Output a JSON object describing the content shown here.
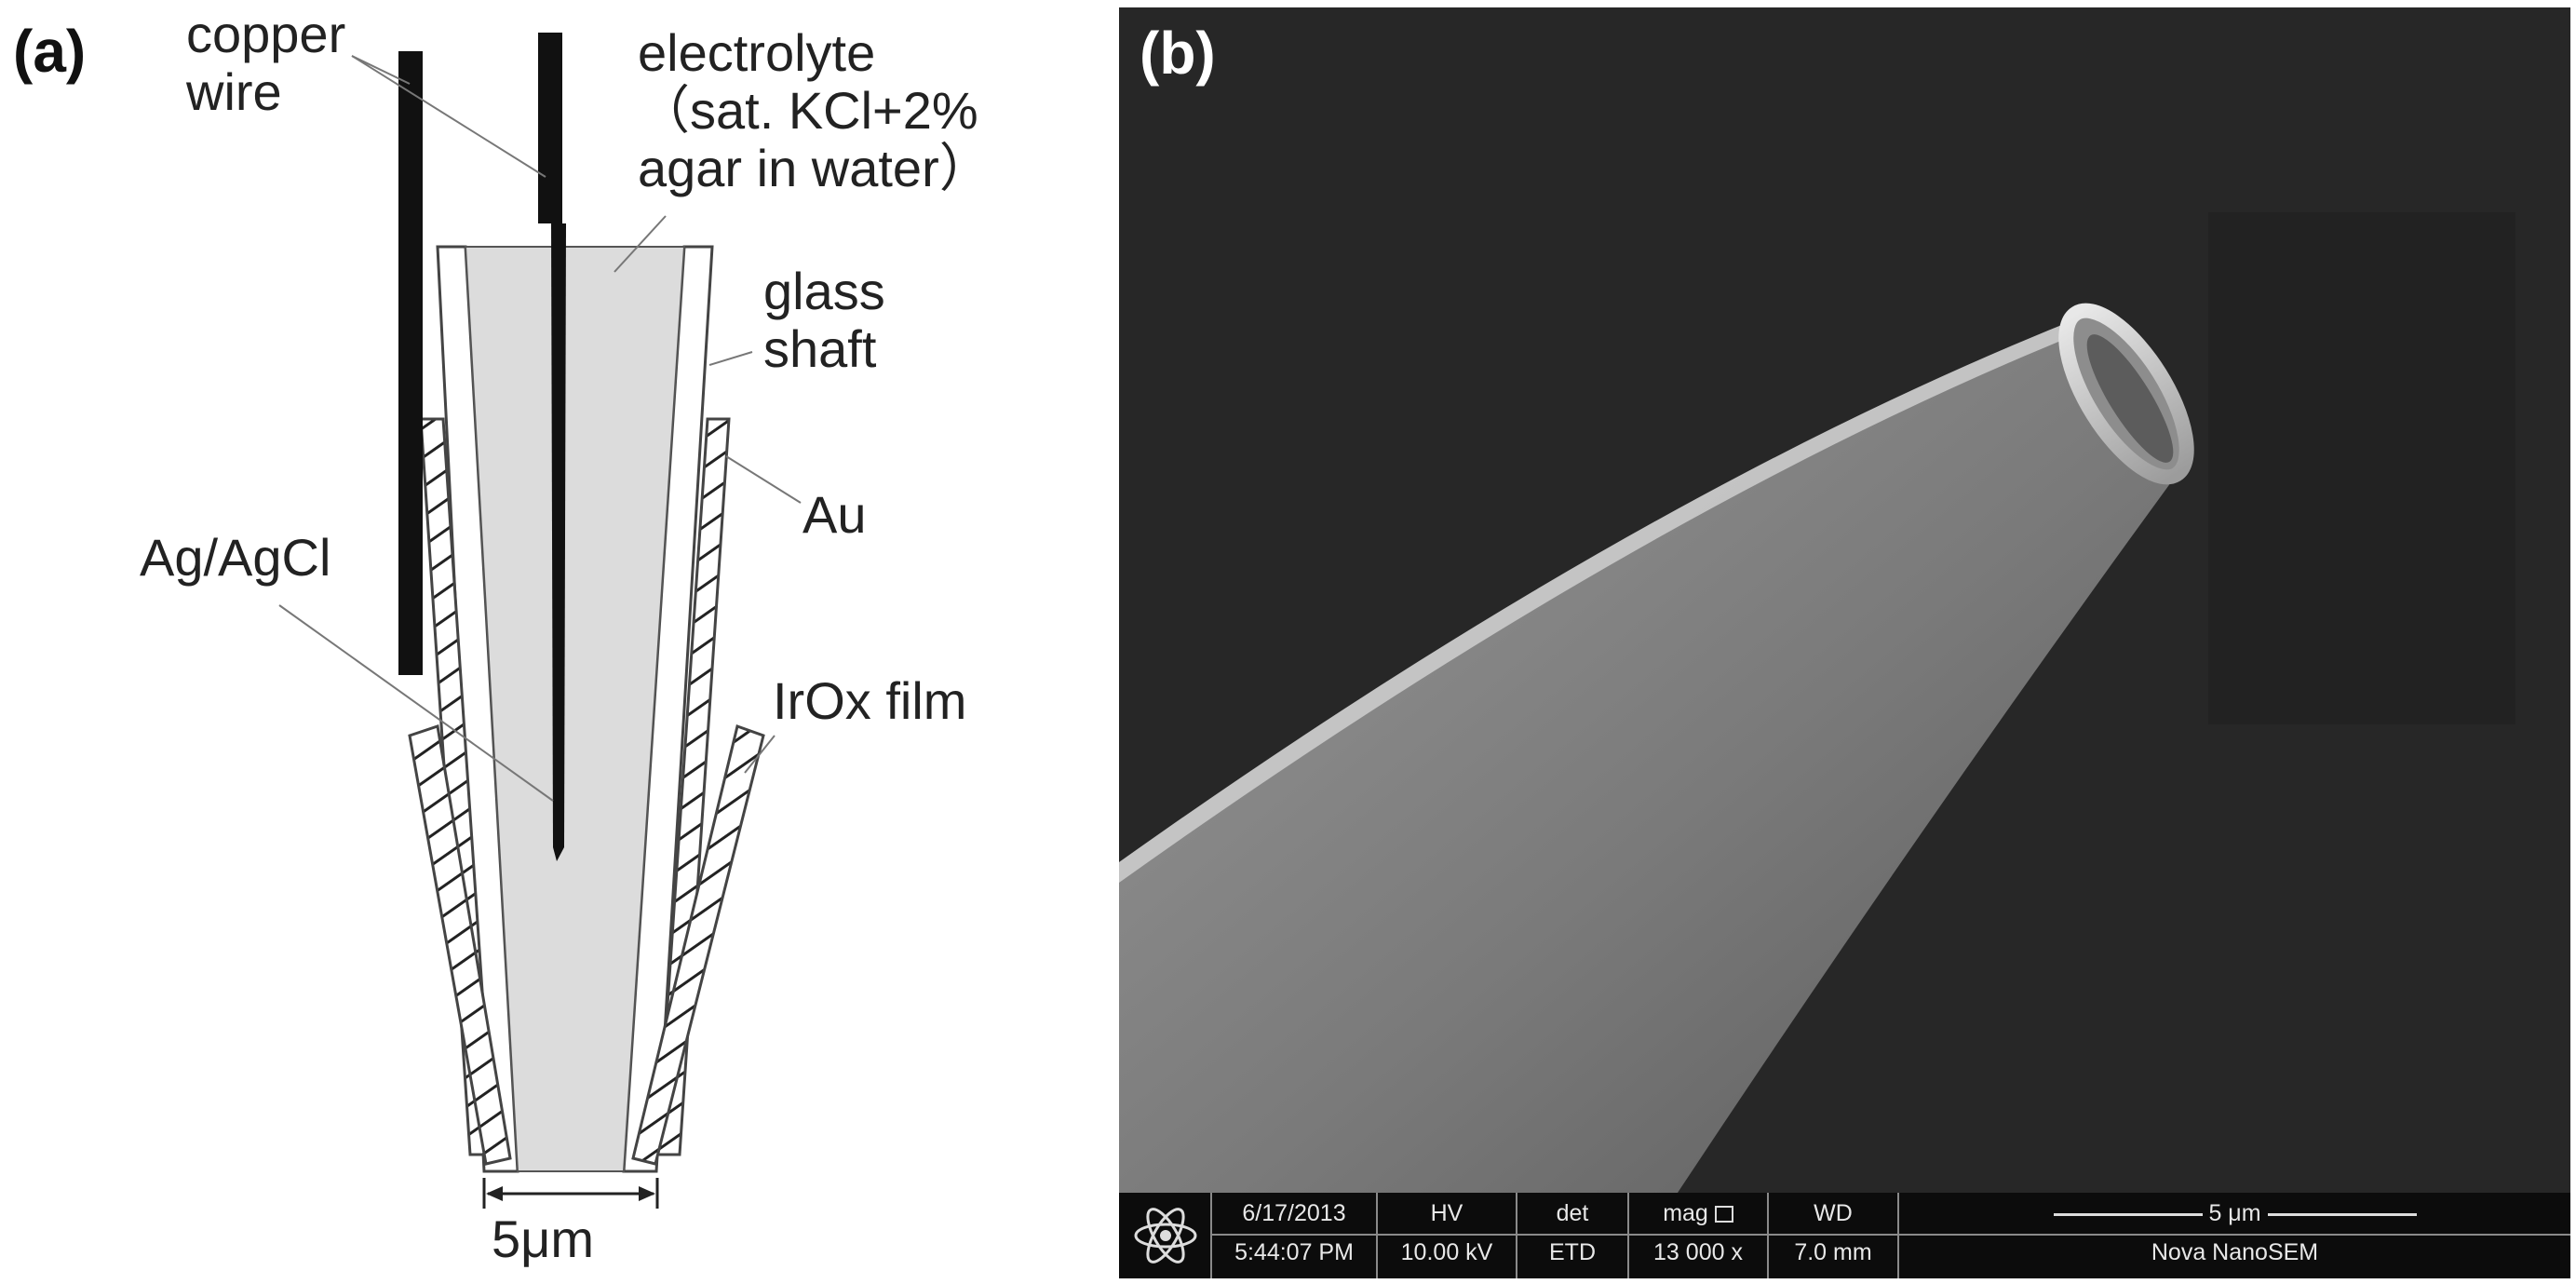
{
  "panel_a": {
    "label": "(a)",
    "callouts": {
      "copper_wire": "copper\nwire",
      "electrolyte": "electrolyte\n（sat. KCl+2%\nagar in water）",
      "glass_shaft": "glass\nshaft",
      "au": "Au",
      "ag_agcl": "Ag/AgCl",
      "irox_film": "IrOx film",
      "scale": "5μm"
    }
  },
  "panel_b": {
    "label": "(b)",
    "info_bar": {
      "date": "6/17/2013",
      "time": "5:44:07 PM",
      "hv_label": "HV",
      "hv_value": "10.00 kV",
      "det_label": "det",
      "det_value": "ETD",
      "mag_label": "mag",
      "mag_value": "13 000 x",
      "wd_label": "WD",
      "wd_value": "7.0 mm",
      "scale_label": "5 μm",
      "instrument": "Nova NanoSEM"
    }
  }
}
